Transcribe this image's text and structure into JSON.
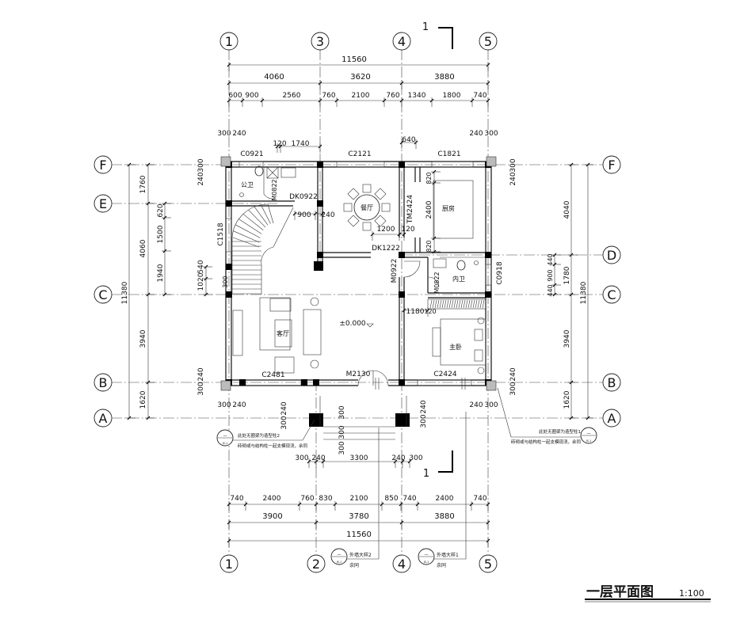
{
  "title": {
    "main": "一层平面图",
    "scale": "1:100"
  },
  "axes": {
    "top": [
      "1",
      "3",
      "4",
      "5"
    ],
    "bottom": [
      "1",
      "2",
      "4",
      "5"
    ],
    "left": [
      "F",
      "E",
      "C",
      "B",
      "A"
    ],
    "right": [
      "F",
      "D",
      "C",
      "B",
      "A"
    ]
  },
  "section_marks": [
    "1",
    "1"
  ],
  "dims": {
    "top_total": "11560",
    "top_bays": [
      "4060",
      "3620",
      "3880"
    ],
    "top_detail": [
      "600",
      "900",
      "2560",
      "760",
      "2100",
      "760",
      "1340",
      "1800",
      "740"
    ],
    "top_wall_left": [
      "300",
      "240"
    ],
    "top_wall_right": [
      "240",
      "300"
    ],
    "top_misc": [
      "120",
      "1740",
      "640"
    ],
    "left_total": "11380",
    "left_bays": [
      "1760",
      "4060",
      "3940",
      "1620"
    ],
    "left_detail": [
      "620",
      "1500",
      "1940"
    ],
    "left_window": [
      "1020",
      "540",
      "300"
    ],
    "left_wall_F": [
      "240",
      "300"
    ],
    "left_wall_B": [
      "300",
      "240"
    ],
    "right_total": "11380",
    "right_bays": [
      "4040",
      "1780",
      "3940",
      "1620"
    ],
    "right_detail": [
      "440",
      "900",
      "440"
    ],
    "right_wall_F": [
      "240",
      "300"
    ],
    "right_wall_B": [
      "300",
      "240"
    ],
    "interior": [
      "900",
      "240",
      "1200",
      "120",
      "2400",
      "820",
      "820",
      "1180",
      "120"
    ],
    "porch_top_left": [
      "300",
      "240"
    ],
    "porch_top_right": [
      "240",
      "300"
    ],
    "porch_left_col": [
      "240",
      "300"
    ],
    "porch_steps": [
      "300",
      "300",
      "300"
    ],
    "porch_right_col": [
      "240",
      "300"
    ],
    "porch_row": [
      "300",
      "240",
      "3300",
      "240",
      "300"
    ],
    "bottom_detail": [
      "740",
      "2400",
      "760",
      "830",
      "2100",
      "850",
      "740",
      "2400",
      "740"
    ],
    "bottom_bays": [
      "3900",
      "3780",
      "3880"
    ],
    "bottom_total": "11560"
  },
  "rooms": {
    "public_wc": "公卫",
    "dining": "餐厅",
    "kitchen": "厨房",
    "inner_wc": "内卫",
    "living": "客厅",
    "master_bed": "主卧"
  },
  "openings": {
    "c0921": "C0921",
    "c2121": "C2121",
    "c1821": "C1821",
    "m0822a": "M0822",
    "dk0922": "DK0922",
    "tm2424": "TM2424",
    "dk1222": "DK1222",
    "m0922": "M0922",
    "m0822b": "M0822",
    "c0918": "C0918",
    "c1518": "C1518",
    "c2481": "C2481",
    "m2130": "M2130",
    "c2424": "C2424"
  },
  "elevation": "±0.000",
  "notes": {
    "left": [
      "此处无圈梁为造型柱2",
      "砖砌或与结构柱一起支模现浇，余同"
    ],
    "right": [
      "此处无圈梁为造型柱1",
      "砖砌或与结构柱一起支模现浇，余同"
    ],
    "callout_1": [
      "外墙大样2",
      "余同"
    ],
    "callout_2": [
      "外墙大样1",
      "余同"
    ],
    "callout_symbol": [
      "—",
      "JS-1"
    ]
  }
}
